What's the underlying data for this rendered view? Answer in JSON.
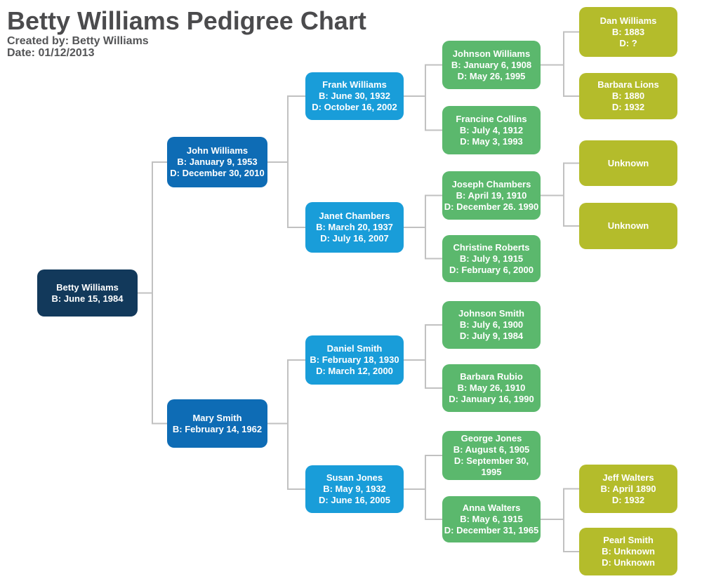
{
  "header": {
    "title": "Betty Williams Pedigree Chart",
    "created_by": "Created by: Betty Williams",
    "date": "Date: 01/12/2013"
  },
  "colors": {
    "generation1": "#12395b",
    "generation2": "#0e6cb5",
    "generation3": "#199dd9",
    "generation4": "#5bb86d",
    "generation5": "#b4bc2b",
    "connector": "#c1c1c1",
    "title_text": "#4b4b4d",
    "node_text": "#ffffff"
  },
  "nodes": {
    "betty": {
      "lines": [
        "Betty Williams",
        "B: June 15, 1984"
      ]
    },
    "john": {
      "lines": [
        "John Williams",
        "B: January 9, 1953",
        "D: December 30, 2010"
      ]
    },
    "mary": {
      "lines": [
        "Mary Smith",
        "B: February 14, 1962"
      ]
    },
    "frank": {
      "lines": [
        "Frank Williams",
        "B: June 30, 1932",
        "D: October 16, 2002"
      ]
    },
    "janet": {
      "lines": [
        "Janet Chambers",
        "B: March 20, 1937",
        "D: July 16, 2007"
      ]
    },
    "daniel": {
      "lines": [
        "Daniel Smith",
        "B: February 18, 1930",
        "D: March 12, 2000"
      ]
    },
    "susan": {
      "lines": [
        "Susan Jones",
        "B: May 9, 1932",
        "D: June 16, 2005"
      ]
    },
    "johnsonw": {
      "lines": [
        "Johnson Williams",
        "B: January 6, 1908",
        "D: May 26, 1995"
      ]
    },
    "francine": {
      "lines": [
        "Francine Collins",
        "B: July 4, 1912",
        "D: May 3, 1993"
      ]
    },
    "joseph": {
      "lines": [
        "Joseph Chambers",
        "B: April 19, 1910",
        "D: December 26. 1990"
      ]
    },
    "christine": {
      "lines": [
        "Christine Roberts",
        "B: July 9, 1915",
        "D: February 6, 2000"
      ]
    },
    "johnsons": {
      "lines": [
        "Johnson Smith",
        "B: July 6, 1900",
        "D: July 9, 1984"
      ]
    },
    "barbarar": {
      "lines": [
        "Barbara Rubio",
        "B: May 26, 1910",
        "D: January 16, 1990"
      ]
    },
    "george": {
      "lines": [
        "George Jones",
        "B: August 6, 1905",
        "D: September 30,",
        "1995"
      ]
    },
    "anna": {
      "lines": [
        "Anna Walters",
        "B: May 6, 1915",
        "D: December 31, 1965"
      ]
    },
    "dan": {
      "lines": [
        "Dan Williams",
        "B: 1883",
        "D: ?"
      ]
    },
    "barbaral": {
      "lines": [
        "Barbara Lions",
        "B: 1880",
        "D: 1932"
      ]
    },
    "unknown1": {
      "lines": [
        "Unknown"
      ]
    },
    "unknown2": {
      "lines": [
        "Unknown"
      ]
    },
    "jeff": {
      "lines": [
        "Jeff Walters",
        "B: April 1890",
        "D: 1932"
      ]
    },
    "pearl": {
      "lines": [
        "Pearl Smith",
        "B: Unknown",
        "D: Unknown"
      ]
    }
  }
}
